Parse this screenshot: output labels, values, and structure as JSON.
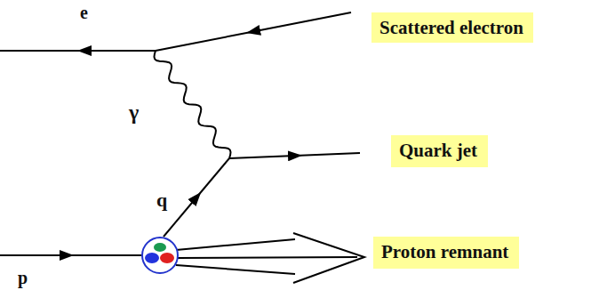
{
  "diagram": {
    "nodes": [
      {
        "text": [
          "Scattered electron"
        ]
      },
      {
        "text": [
          "Quark jet"
        ]
      },
      {
        "text": [
          "Proton remnant"
        ]
      }
    ],
    "labels": [
      "e",
      "γ",
      "q",
      "p"
    ]
  }
}
